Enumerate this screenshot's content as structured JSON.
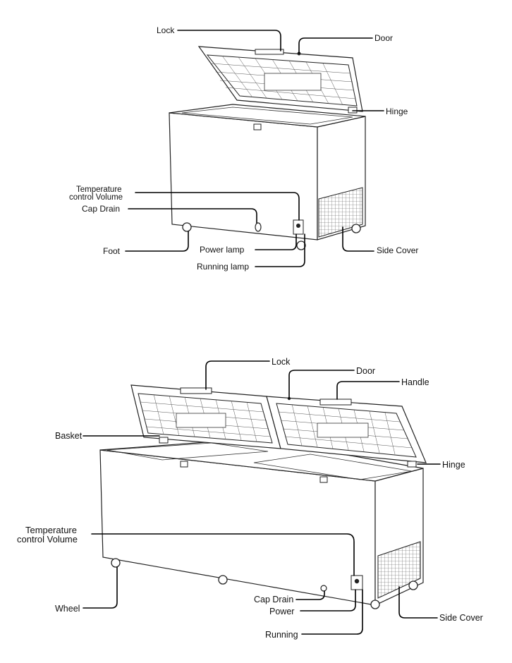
{
  "top_diagram": {
    "labels": {
      "lock": "Lock",
      "door": "Door",
      "hinge": "Hinge",
      "temp_line1": "Temperature",
      "temp_line2": "control Volume",
      "cap_drain": "Cap  Drain",
      "foot": "Foot",
      "power_lamp": "Power  lamp",
      "running_lamp": "Running lamp",
      "side_cover": "Side  Cover"
    }
  },
  "bottom_diagram": {
    "labels": {
      "lock": "Lock",
      "door": "Door",
      "handle": "Handle",
      "basket": "Basket",
      "hinge": "Hinge",
      "temp_line1": "Temperature",
      "temp_line2": "control Volume",
      "wheel": "Wheel",
      "cap_drain": "Cap Drain",
      "power": "Power",
      "running": "Running",
      "side_cover": "Side Cover"
    }
  }
}
